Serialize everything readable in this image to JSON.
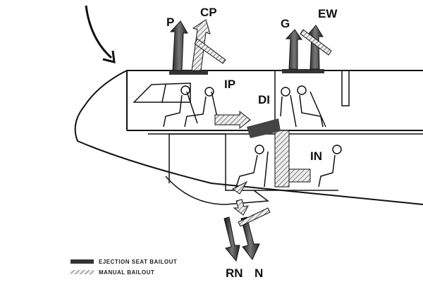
{
  "labels": {
    "p": "P",
    "cp": "CP",
    "g": "G",
    "ew": "EW",
    "ip": "IP",
    "di": "DI",
    "in": "IN",
    "rn": "RN",
    "n": "N"
  },
  "legend": {
    "ejection": "EJECTION SEAT BAILOUT",
    "manual": "MANUAL BAILOUT"
  },
  "colors": {
    "ejection": "#333333",
    "manual": "#bbbbbb"
  }
}
